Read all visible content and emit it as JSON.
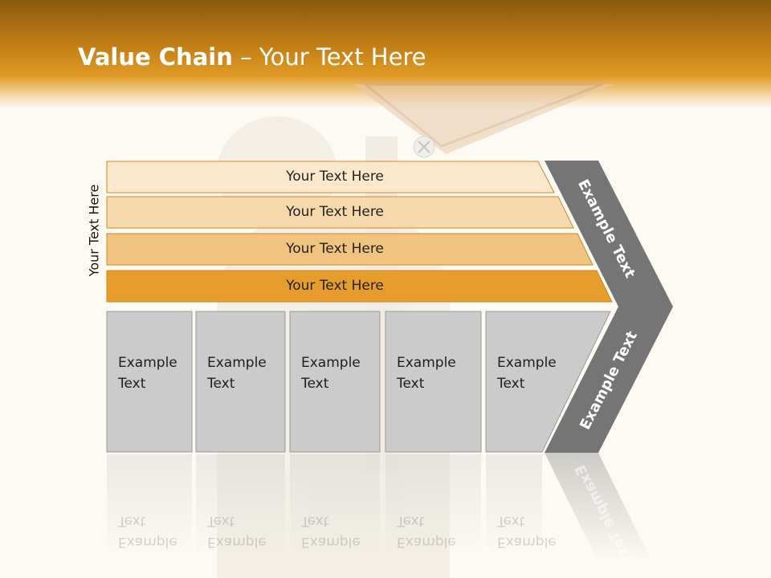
{
  "title": {
    "bold": "Value Chain",
    "rest": " – Your Text Here"
  },
  "side_label": "Your Text Here",
  "bands": [
    {
      "label": "Your Text Here",
      "color": "#fbe8cc"
    },
    {
      "label": "Your Text Here",
      "color": "#f6d9ab"
    },
    {
      "label": "Your Text Here",
      "color": "#f0c47f"
    },
    {
      "label": "Your Text Here",
      "color": "#e69d2c"
    }
  ],
  "columns": [
    {
      "line1": "Example",
      "line2": "Text"
    },
    {
      "line1": "Example",
      "line2": "Text"
    },
    {
      "line1": "Example",
      "line2": "Text"
    },
    {
      "line1": "Example",
      "line2": "Text"
    },
    {
      "line1": "Example",
      "line2": "Text"
    }
  ],
  "chevron": {
    "upper_label": "Example Text",
    "lower_label": "Example Text",
    "color": "#757575"
  },
  "colors": {
    "accent": "#e09a25",
    "column_fill": "#cbcbcb"
  }
}
